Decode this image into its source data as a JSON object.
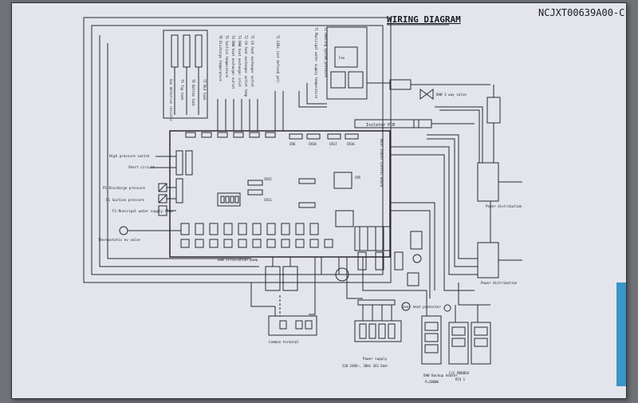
{
  "title": "WIRING DIAGRAM",
  "doc_code": "NCJXT00639A00-C",
  "board_label": "Main Indoor Control Board",
  "isolator_pcb": "Isolator PCB",
  "labels": {
    "high_pressure": "High pressure switch",
    "short_circuit": "Short circuit",
    "p2": "P2 Discharge pressure",
    "p1": "P1 Suction pressure",
    "f1": "F1 Municipal water supply flow",
    "thermostatic": "Thermostatic ev valve",
    "dhw_pump": "DHW circulation pump",
    "common_terminal": "Common terminal",
    "power_supply": "Power supply",
    "power_supply_spec": "220-240V~, 50Hz 3X2.5mm²",
    "over_heat": "Over heat protector",
    "dhw_backup": "DHW Backup heater",
    "dhw_backup_power": "P=2000W",
    "cc_modbus": "C/C MODBUS",
    "rtu": "RTU 1",
    "dhw_3way": "DHW 3 way valve",
    "power_distribution_1": "Power distribution",
    "power_distribution_2": "Power distribution",
    "cn_labels": [
      "CN6",
      "CN10",
      "CN17",
      "CN16",
      "CN15",
      "CN11",
      "CN5"
    ],
    "sensors": [
      "T1 CH heat exchanger outlet",
      "T2 CH heat exchanger outlet temp",
      "T3 DHW heat exchanger inlet",
      "T4 DHW heat exchanger outlet",
      "T5 Suction temperature",
      "T6 Discharge temperature"
    ],
    "top_left": [
      "Gas detection resistor",
      "T5 Top tank",
      "T6 Bottom tank",
      "T7 Mid tank"
    ],
    "top_mid": "T1 LEDs (not defined yet)",
    "top_right": [
      "T1 Municipal water supply temperature",
      "T2 Heating system pressure",
      "Fan"
    ]
  }
}
